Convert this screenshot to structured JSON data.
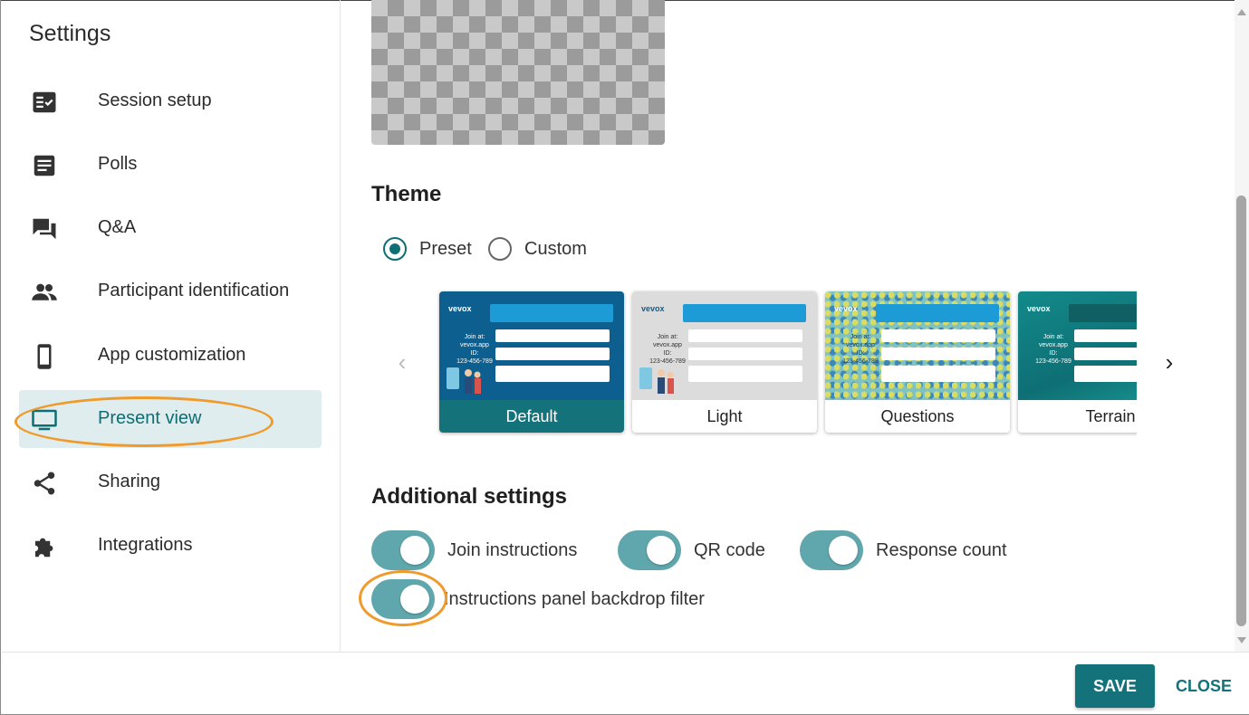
{
  "sidebar": {
    "title": "Settings",
    "items": [
      {
        "label": "Session setup",
        "icon": "checklist-icon"
      },
      {
        "label": "Polls",
        "icon": "document-icon"
      },
      {
        "label": "Q&A",
        "icon": "chat-icon"
      },
      {
        "label": "Participant identification",
        "icon": "people-icon"
      },
      {
        "label": "App customization",
        "icon": "phone-icon"
      },
      {
        "label": "Present view",
        "icon": "monitor-icon",
        "active": true
      },
      {
        "label": "Sharing",
        "icon": "share-icon"
      },
      {
        "label": "Integrations",
        "icon": "puzzle-icon"
      }
    ]
  },
  "main": {
    "theme_heading": "Theme",
    "theme_options": [
      {
        "label": "Preset",
        "selected": true
      },
      {
        "label": "Custom",
        "selected": false
      }
    ],
    "themes": [
      {
        "label": "Default",
        "selected": true
      },
      {
        "label": "Light",
        "selected": false
      },
      {
        "label": "Questions",
        "selected": false
      },
      {
        "label": "Terrain",
        "selected": false
      }
    ],
    "thumbnail_text": {
      "logo": "vevox",
      "join": "Join at: vevox.app",
      "id_label": "ID:",
      "id_value": "123-456-789"
    },
    "additional_heading": "Additional settings",
    "toggles": [
      {
        "label": "Join instructions",
        "on": true
      },
      {
        "label": "QR code",
        "on": true
      },
      {
        "label": "Response count",
        "on": true
      },
      {
        "label": "Instructions panel backdrop filter",
        "on": true
      }
    ]
  },
  "footer": {
    "save_label": "SAVE",
    "close_label": "CLOSE"
  },
  "colors": {
    "accent": "#13727a",
    "toggle_on": "#5fa7ac",
    "highlight": "#ef9a2b",
    "active_nav_bg": "#e0edee"
  }
}
